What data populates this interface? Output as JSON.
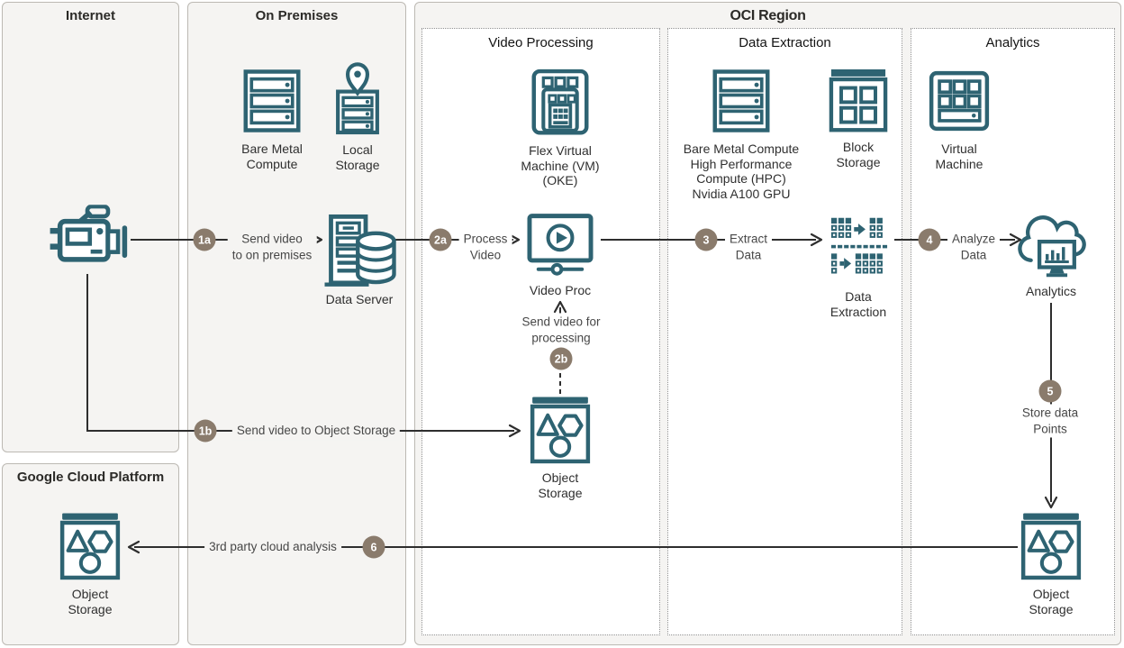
{
  "regions": {
    "internet": {
      "title": "Internet"
    },
    "on_premises": {
      "title": "On Premises"
    },
    "oci_region": {
      "title": "OCI Region"
    },
    "google_cloud": {
      "title": "Google Cloud Platform"
    },
    "video_processing": {
      "title": "Video Processing"
    },
    "data_extraction": {
      "title": "Data Extraction"
    },
    "analytics": {
      "title": "Analytics"
    }
  },
  "nodes": {
    "camera": {
      "icon": "video-camera-icon",
      "label": ""
    },
    "bare_metal_compute": {
      "icon": "server-rack-icon",
      "label": "Bare Metal\nCompute"
    },
    "local_storage": {
      "icon": "storage-location-pin-icon",
      "label": "Local\nStorage"
    },
    "data_server": {
      "icon": "data-server-icon",
      "label": "Data Server"
    },
    "flex_vm": {
      "icon": "flex-vm-icon",
      "label": "Flex Virtual\nMachine (VM)\n(OKE)"
    },
    "video_proc": {
      "icon": "video-player-icon",
      "label": "Video Proc"
    },
    "object_storage_vp": {
      "icon": "object-storage-icon",
      "label": "Object\nStorage"
    },
    "bm_hpc": {
      "icon": "server-rack-icon",
      "label": "Bare Metal Compute\nHigh Performance\nCompute (HPC)\nNvidia A100 GPU"
    },
    "block_storage": {
      "icon": "block-storage-icon",
      "label": "Block\nStorage"
    },
    "data_extraction": {
      "icon": "data-extraction-icon",
      "label": "Data\nExtraction"
    },
    "virtual_machine": {
      "icon": "virtual-machine-icon",
      "label": "Virtual\nMachine"
    },
    "analytics": {
      "icon": "analytics-cloud-icon",
      "label": "Analytics"
    },
    "object_storage_oci": {
      "icon": "object-storage-icon",
      "label": "Object\nStorage"
    },
    "object_storage_gcp": {
      "icon": "object-storage-icon",
      "label": "Object\nStorage"
    }
  },
  "flows": {
    "f1a": {
      "badge": "1a",
      "label": "Send video\nto on premises",
      "from": "camera",
      "to": "data_server"
    },
    "f1b": {
      "badge": "1b",
      "label": "Send video to Object Storage",
      "from": "camera",
      "to": "object_storage_vp"
    },
    "f2a": {
      "badge": "2a",
      "label": "Process\nVideo",
      "from": "data_server",
      "to": "video_proc"
    },
    "f2b": {
      "badge": "2b",
      "label": "Send video for\nprocessing",
      "from": "object_storage_vp",
      "to": "video_proc"
    },
    "f3": {
      "badge": "3",
      "label": "Extract\nData",
      "from": "video_proc",
      "to": "data_extraction"
    },
    "f4": {
      "badge": "4",
      "label": "Analyze\nData",
      "from": "data_extraction",
      "to": "analytics"
    },
    "f5": {
      "badge": "5",
      "label": "Store data\nPoints",
      "from": "analytics",
      "to": "object_storage_oci"
    },
    "f6": {
      "badge": "6",
      "label": "3rd party cloud analysis",
      "from": "object_storage_oci",
      "to": "object_storage_gcp"
    }
  },
  "colors": {
    "icon_teal": "#2e6372",
    "badge_brown": "#8a7b6c",
    "line_dark": "#2e2e2e",
    "region_bg": "#f5f4f2"
  }
}
